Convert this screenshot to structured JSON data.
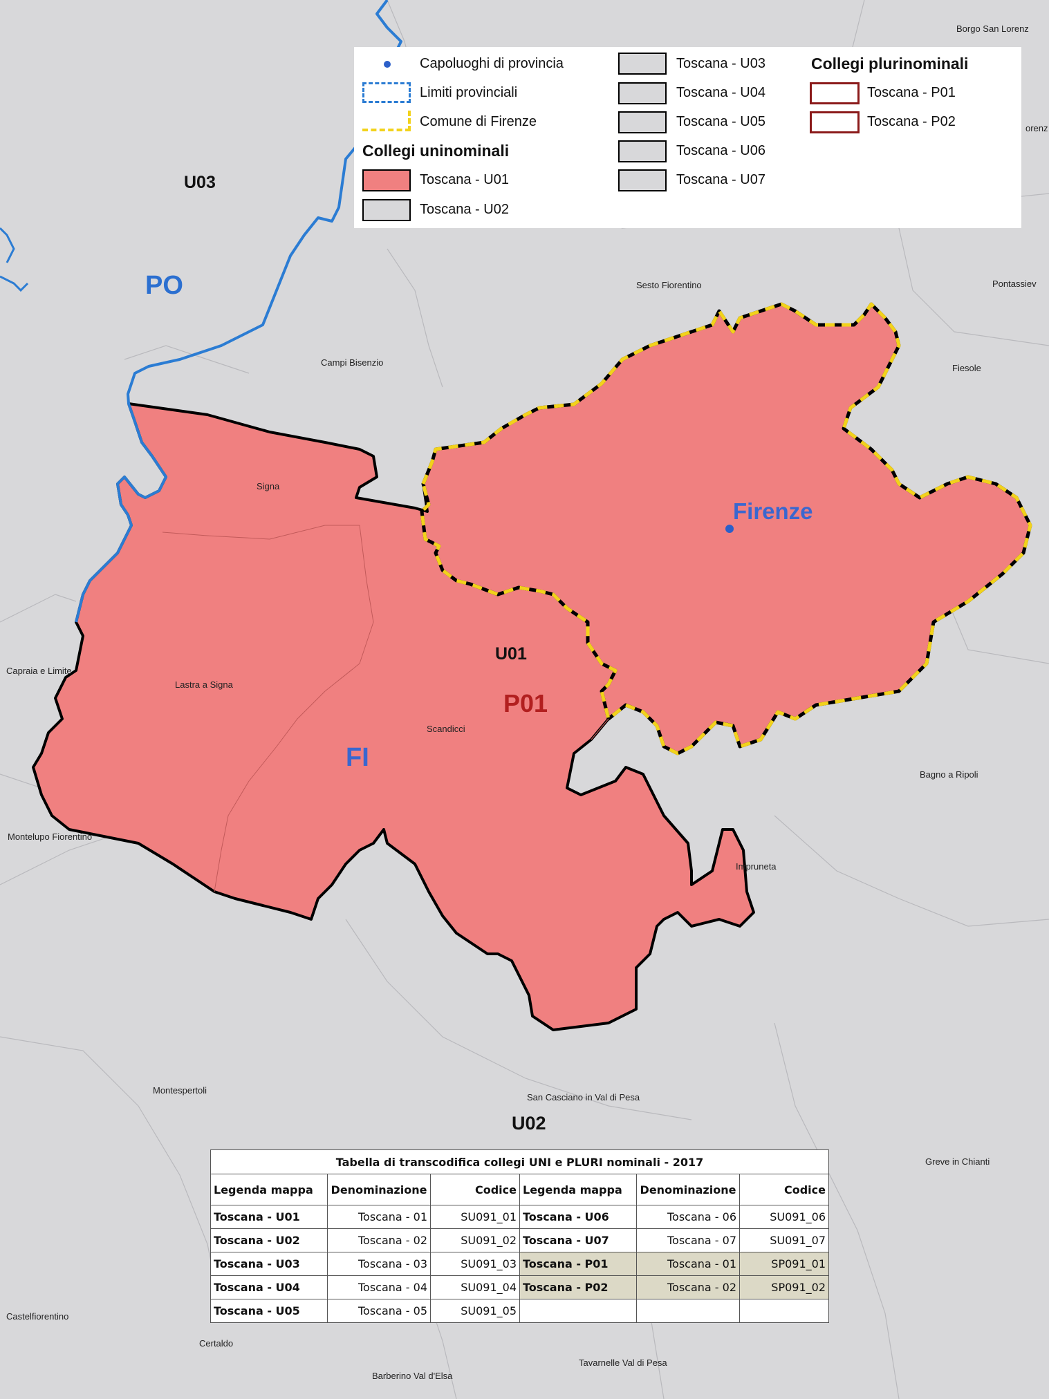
{
  "map": {
    "places": {
      "borgo": "Borgo San Lorenz",
      "lorenz": "orenz",
      "sesto": "Sesto Fiorentino",
      "pontassieve": "Pontassiev",
      "campi": "Campi Bisenzio",
      "fiesole": "Fiesole",
      "signa": "Signa",
      "capraia": "Capraia e Limite",
      "lastra": "Lastra a Signa",
      "scandicci": "Scandicci",
      "bagno": "Bagno a Ripoli",
      "montelupo": "Montelupo Fiorentino",
      "impruneta": "Impruneta",
      "montespertoli": "Montespertoli",
      "sancasciano": "San Casciano in Val di Pesa",
      "greve": "Greve in Chianti",
      "castelfiorentino": "Castelfiorentino",
      "certaldo": "Certaldo",
      "tavarnelle": "Tavarnelle Val di Pesa",
      "barberino": "Barberino Val d'Elsa"
    },
    "labels": {
      "u03": "U03",
      "po": "PO",
      "firenze": "Firenze",
      "u01": "U01",
      "p01": "P01",
      "fi": "FI",
      "u02": "U02"
    },
    "colors": {
      "collegio_u01": "#f08080",
      "province_border": "#2b7cd3",
      "comune_firenze": "#f2d21b",
      "background": "#d8d8da",
      "plurinominali": "#8b1a1a"
    }
  },
  "legend": {
    "capoluoghi": "Capoluoghi di provincia",
    "limiti": "Limiti provinciali",
    "comune": "Comune di Firenze",
    "uninominali_title": "Collegi uninominali",
    "u01": "Toscana - U01",
    "u02": "Toscana - U02",
    "u03": "Toscana - U03",
    "u04": "Toscana - U04",
    "u05": "Toscana - U05",
    "u06": "Toscana - U06",
    "u07": "Toscana - U07",
    "plurinominali_title": "Collegi plurinominali",
    "p01": "Toscana - P01",
    "p02": "Toscana - P02"
  },
  "table": {
    "title": "Tabella di transcodifica collegi UNI e PLURI nominali - 2017",
    "headers": [
      "Legenda mappa",
      "Denominazione",
      "Codice",
      "Legenda mappa",
      "Denominazione",
      "Codice"
    ],
    "rows": [
      [
        "Toscana - U01",
        "Toscana - 01",
        "SU091_01",
        "Toscana - U06",
        "Toscana - 06",
        "SU091_06"
      ],
      [
        "Toscana - U02",
        "Toscana - 02",
        "SU091_02",
        "Toscana - U07",
        "Toscana - 07",
        "SU091_07"
      ],
      [
        "Toscana - U03",
        "Toscana - 03",
        "SU091_03",
        "Toscana - P01",
        "Toscana - 01",
        "SP091_01"
      ],
      [
        "Toscana - U04",
        "Toscana - 04",
        "SU091_04",
        "Toscana - P02",
        "Toscana - 02",
        "SP091_02"
      ],
      [
        "Toscana - U05",
        "Toscana - 05",
        "SU091_05",
        "",
        "",
        ""
      ]
    ]
  }
}
